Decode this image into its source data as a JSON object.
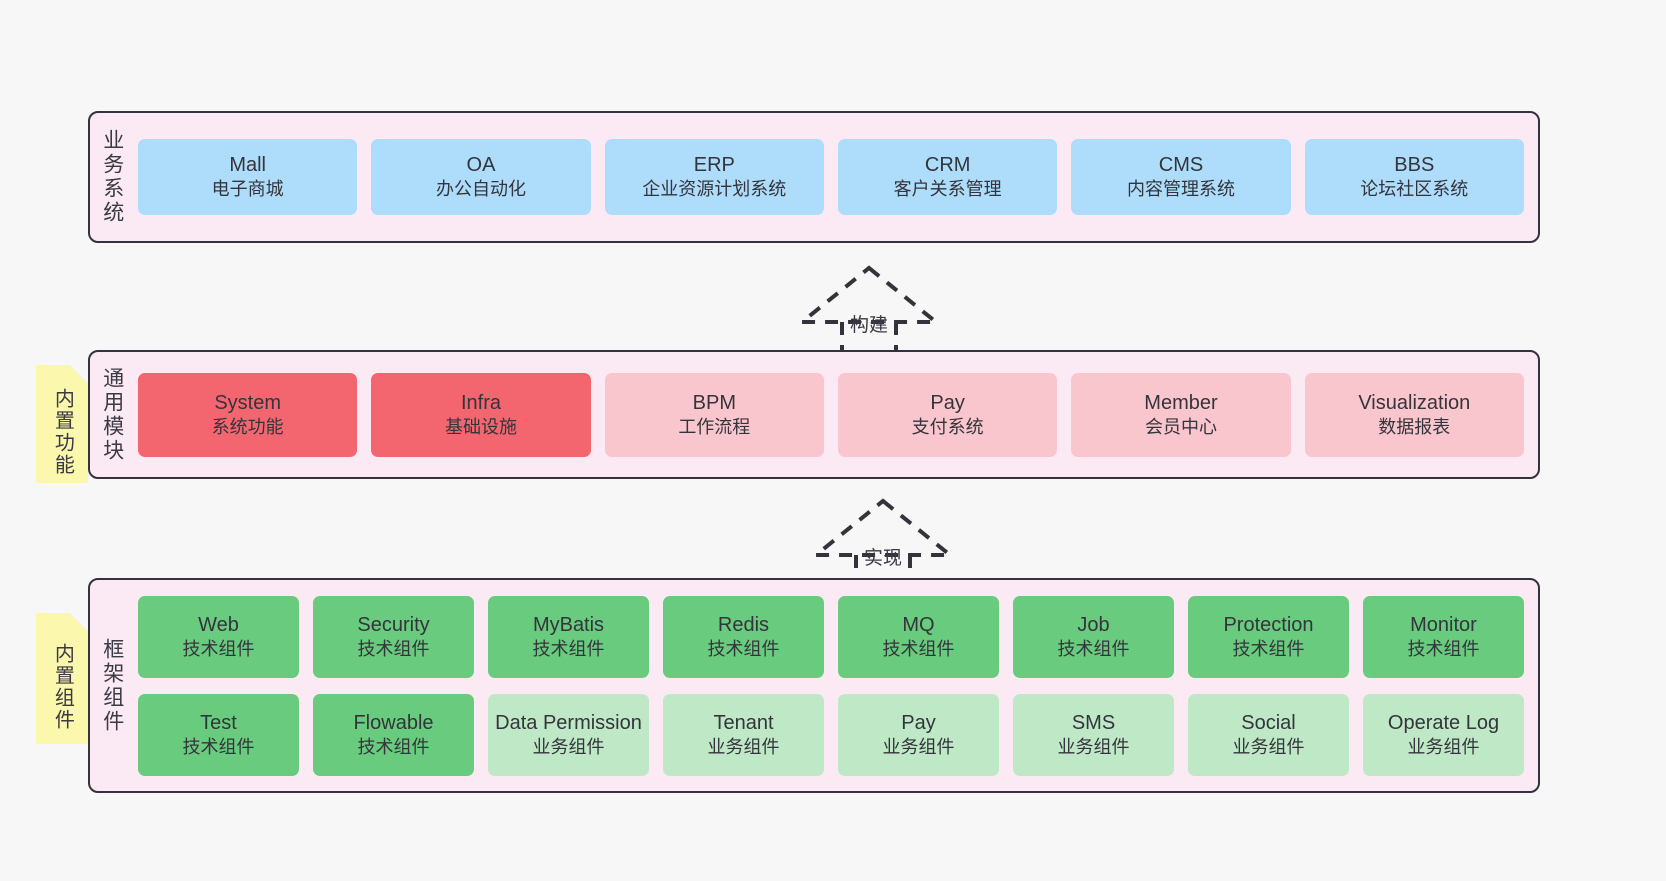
{
  "layers": [
    {
      "id": "business",
      "title": "业务系统",
      "rows": [
        {
          "boxes": [
            {
              "en": "Mall",
              "cn": "电子商城",
              "style": "blue"
            },
            {
              "en": "OA",
              "cn": "办公自动化",
              "style": "blue"
            },
            {
              "en": "ERP",
              "cn": "企业资源计划系统",
              "style": "blue"
            },
            {
              "en": "CRM",
              "cn": "客户关系管理",
              "style": "blue"
            },
            {
              "en": "CMS",
              "cn": "内容管理系统",
              "style": "blue"
            },
            {
              "en": "BBS",
              "cn": "论坛社区系统",
              "style": "blue"
            }
          ]
        }
      ]
    },
    {
      "id": "modules",
      "title": "通用模块",
      "rows": [
        {
          "boxes": [
            {
              "en": "System",
              "cn": "系统功能",
              "style": "red-strong"
            },
            {
              "en": "Infra",
              "cn": "基础设施",
              "style": "red-strong"
            },
            {
              "en": "BPM",
              "cn": "工作流程",
              "style": "red-soft"
            },
            {
              "en": "Pay",
              "cn": "支付系统",
              "style": "red-soft"
            },
            {
              "en": "Member",
              "cn": "会员中心",
              "style": "red-soft"
            },
            {
              "en": "Visualization",
              "cn": "数据报表",
              "style": "red-soft"
            }
          ]
        }
      ]
    },
    {
      "id": "framework",
      "title": "框架组件",
      "rows": [
        {
          "boxes": [
            {
              "en": "Web",
              "cn": "技术组件",
              "style": "green-strong"
            },
            {
              "en": "Security",
              "cn": "技术组件",
              "style": "green-strong"
            },
            {
              "en": "MyBatis",
              "cn": "技术组件",
              "style": "green-strong"
            },
            {
              "en": "Redis",
              "cn": "技术组件",
              "style": "green-strong"
            },
            {
              "en": "MQ",
              "cn": "技术组件",
              "style": "green-strong"
            },
            {
              "en": "Job",
              "cn": "技术组件",
              "style": "green-strong"
            },
            {
              "en": "Protection",
              "cn": "技术组件",
              "style": "green-strong"
            },
            {
              "en": "Monitor",
              "cn": "技术组件",
              "style": "green-strong"
            }
          ]
        },
        {
          "boxes": [
            {
              "en": "Test",
              "cn": "技术组件",
              "style": "green-strong"
            },
            {
              "en": "Flowable",
              "cn": "技术组件",
              "style": "green-strong"
            },
            {
              "en": "Data Permission",
              "cn": "业务组件",
              "style": "green-soft"
            },
            {
              "en": "Tenant",
              "cn": "业务组件",
              "style": "green-soft"
            },
            {
              "en": "Pay",
              "cn": "业务组件",
              "style": "green-soft"
            },
            {
              "en": "SMS",
              "cn": "业务组件",
              "style": "green-soft"
            },
            {
              "en": "Social",
              "cn": "业务组件",
              "style": "green-soft"
            },
            {
              "en": "Operate Log",
              "cn": "业务组件",
              "style": "green-soft"
            }
          ]
        }
      ]
    }
  ],
  "notes": [
    {
      "id": "builtin-features",
      "text": "内置功能"
    },
    {
      "id": "builtin-components",
      "text": "内置组件"
    }
  ],
  "connectors": [
    {
      "id": "build",
      "label": "构建"
    },
    {
      "id": "implement",
      "label": "实现"
    }
  ],
  "colors": {
    "panel_bg": "#fbeaf4",
    "panel_border": "#333340",
    "page_bg": "#f7f7f7",
    "blue": "#aeddfb",
    "red_strong": "#f4666f",
    "red_soft": "#fac6cd",
    "green_strong": "#69cb7d",
    "green_soft": "#bfe8c6",
    "note_bg": "#fbf7ad",
    "note_fold": "#cfcfcf",
    "text": "#34343c"
  }
}
